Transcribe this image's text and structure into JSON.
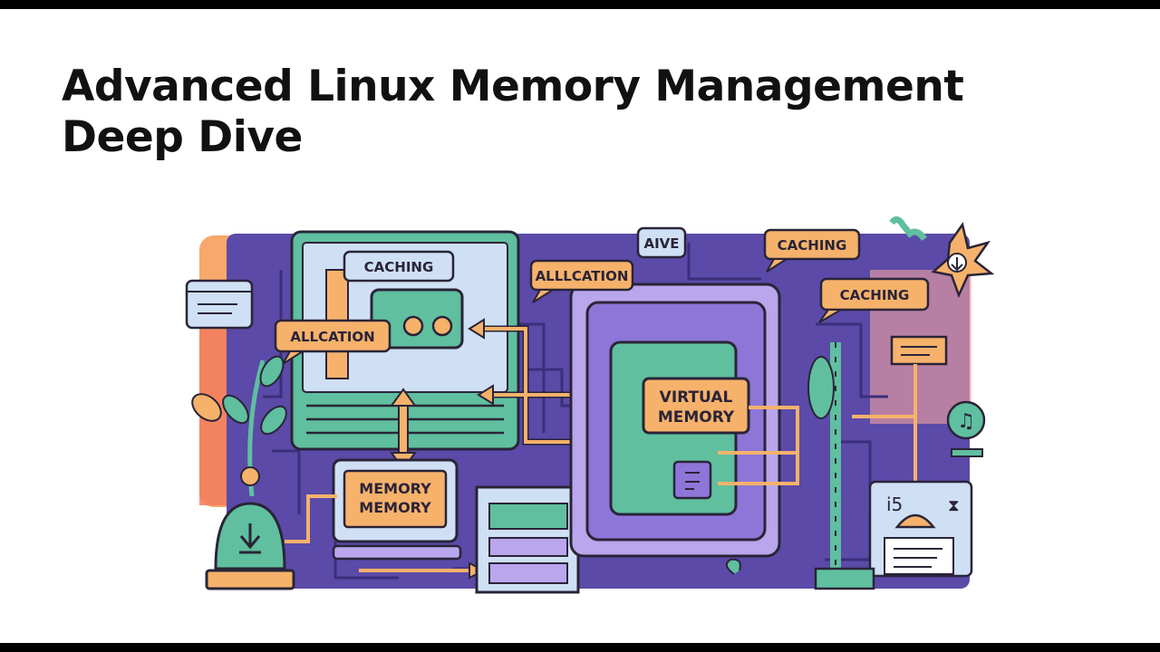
{
  "slide": {
    "title_line1": "Advanced Linux Memory Management",
    "title_line2": "Deep Dive"
  },
  "illustration": {
    "labels": {
      "caching_left": "CACHING",
      "allocation_left": "ALLCATION",
      "allocation_top": "ALLLCATION",
      "aive": "AIVE",
      "caching_top": "CACHING",
      "caching_right": "CACHING",
      "virtual_memory_line1": "VIRTUAL",
      "virtual_memory_line2": "MEMORY",
      "memory_line1": "MEMORY",
      "memory_line2": "MEMORY",
      "chip_text": "i5"
    },
    "colors": {
      "purple": "#5b4aa8",
      "dark_outline": "#2a2438",
      "orange": "#f6b26b",
      "teal": "#5fbf9f",
      "light_blue": "#cfe0f5",
      "lavender": "#b9a6ec",
      "coral": "#f27c5e"
    },
    "icons": [
      "download-icon",
      "music-note-icon",
      "hourglass-icon",
      "leaf-icon",
      "document-icon",
      "flower-icon"
    ]
  }
}
